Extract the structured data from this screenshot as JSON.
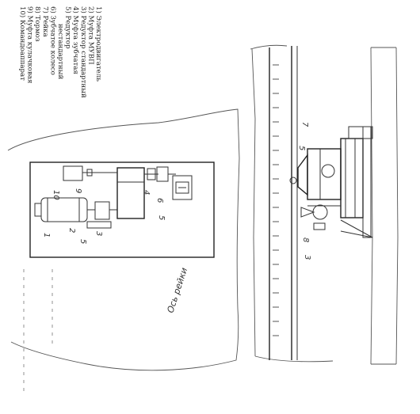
{
  "legend": {
    "items": [
      "1)  Электродвигатель",
      "2)  Муфта МУВП",
      "3)  Редуктор стандартный",
      "4)  Муфта зубчатая",
      "5)  Редуктор",
      "нестандартный",
      "6)  Зубчатое колесо",
      "7)  Рейка",
      "8)  Тормоз",
      "9)  Муфта кулачковая",
      "10) Командоаппарат"
    ]
  },
  "plan_labels": {
    "n1": "1",
    "n2": "2",
    "n3": "3",
    "n4": "4",
    "n5": "5",
    "n5b": "5",
    "n6": "6",
    "n9": "9",
    "n10": "10"
  },
  "axis_caption": "Ось рейки",
  "side_labels": {
    "s5": "5",
    "s7": "7",
    "s8": "8",
    "s3": "3"
  }
}
